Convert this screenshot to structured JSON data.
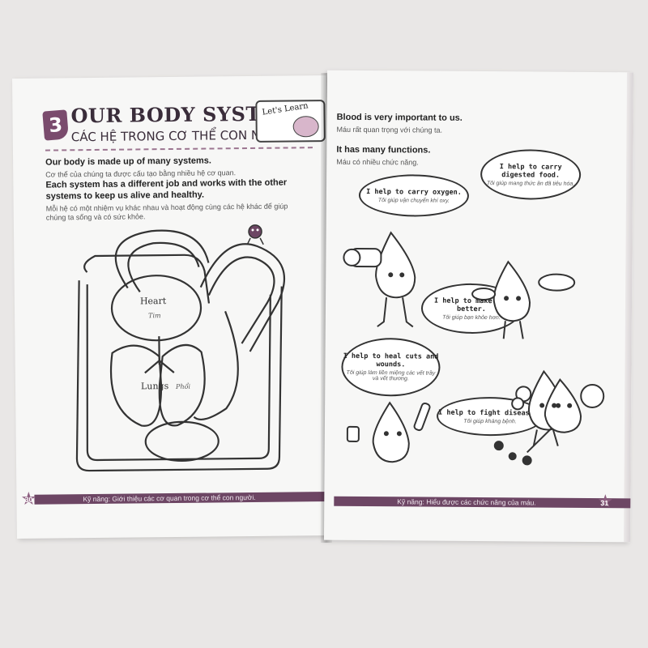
{
  "left_page": {
    "section_number": "3",
    "title_en": "OUR BODY SYSTEMS",
    "title_vi": "CÁC HỆ TRONG CƠ THỂ CON NGƯỜI",
    "lets_learn": "Let's Learn",
    "para1_en": "Our body is made up of many systems.",
    "para1_vi": "Cơ thể của chúng ta được cấu tạo bằng nhiều hệ cơ quan.",
    "para2_en": "Each system has a different job and works with the other systems to keep us alive and healthy.",
    "para2_vi": "Mỗi hệ có một nhiệm vụ khác nhau và hoạt động cùng các hệ khác để giúp chúng ta sống và có sức khỏe.",
    "heart_en": "Heart",
    "heart_vi": "Tim",
    "lungs_en": "Lungs",
    "lungs_vi": "Phổi",
    "footer": "Kỹ năng: Giới thiệu các cơ quan trong cơ thể con người.",
    "page_number": "30"
  },
  "right_page": {
    "intro1_en": "Blood is very important to us.",
    "intro1_vi": "Máu rất quan trọng với chúng ta.",
    "intro2_en": "It has many functions.",
    "intro2_vi": "Máu có nhiều chức năng.",
    "bubbles": [
      {
        "en": "I help to carry oxygen.",
        "vi": "Tôi giúp vận chuyển khí oxy."
      },
      {
        "en": "I help to carry digested food.",
        "vi": "Tôi giúp mang thức ăn đã tiêu hóa."
      },
      {
        "en": "I help to make you better.",
        "vi": "Tôi giúp bạn khỏe hơn."
      },
      {
        "en": "I help to heal cuts and wounds.",
        "vi": "Tôi giúp làm liền miệng các vết trầy và vết thương."
      },
      {
        "en": "I help to fight diseases.",
        "vi": "Tôi giúp kháng bệnh."
      }
    ],
    "footer": "Kỹ năng: Hiểu được các chức năng của máu.",
    "page_number": "31"
  },
  "colors": {
    "accent": "#6d4664",
    "badge": "#7a4b6d",
    "paper": "#f7f7f6"
  }
}
